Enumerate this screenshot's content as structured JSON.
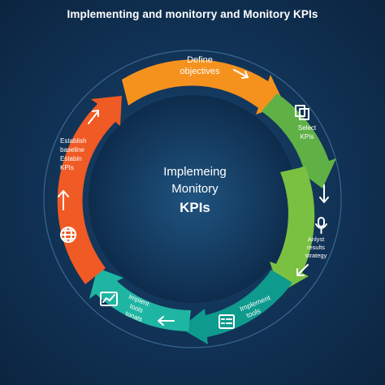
{
  "title": "Implementing and monitorry and Monitory KPIs",
  "center": {
    "line1": "Implemeing",
    "line2": "Monitory",
    "line3": "KPIs"
  },
  "colors": {
    "orange": "#f5921e",
    "green": "#6cc04a",
    "teal": "#17a99a",
    "red_orange": "#f05a24"
  },
  "steps": [
    {
      "lines": [
        "Define",
        "objectives"
      ],
      "icon": "arrow-right-icon",
      "color": "orange"
    },
    {
      "lines": [
        "Select",
        "KPIs"
      ],
      "icon": "document-icon",
      "color": "green"
    },
    {
      "lines": [
        "Anlyst",
        "results",
        "strategy"
      ],
      "icon": "microphone-icon",
      "color": "green"
    },
    {
      "lines": [
        "Implement",
        "tools"
      ],
      "icon": "checklist-icon",
      "color": "teal"
    },
    {
      "lines": [
        "Impient",
        "tools",
        "tonats"
      ],
      "icon": "chart-window-icon",
      "color": "teal"
    },
    {
      "lines": [
        "Establish",
        "baseline",
        "Estabin",
        "KPIs"
      ],
      "icon": "globe-icon",
      "color": "red_orange"
    }
  ]
}
